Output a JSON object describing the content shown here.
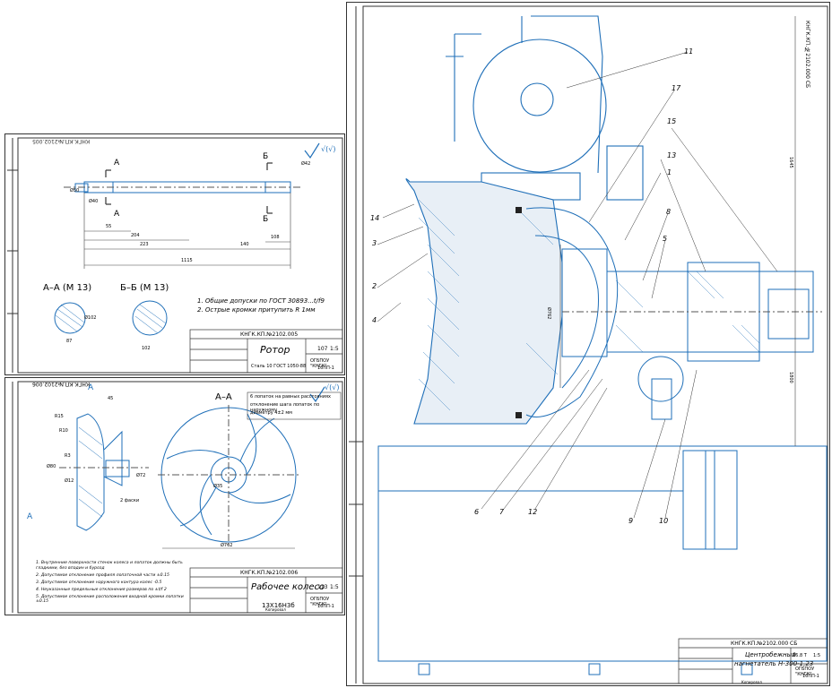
{
  "rotor_sheet": {
    "stamp_code": "КНГК.КП.№2102.005",
    "stamp_code_rotated": "КНГК.КП.№2102.005",
    "title": "Ротор",
    "material": "Сталь 10 ГОСТ 1050-88",
    "mass": "107",
    "scale": "1:5",
    "org_line1": "ОГБПОУ \"КНГК\"",
    "org_line2": "16ПП-1",
    "notes": [
      "1. Общие допуски по ГОСТ 30893...t/f9",
      "2. Острые кромки притупить R 1мм"
    ],
    "section_aa_label": "А–А (М 13)",
    "section_bb_label": "Б–Б (М 13)",
    "cut_a": "А",
    "cut_b": "Б",
    "dims": [
      "55",
      "204",
      "223",
      "1115",
      "108",
      "140",
      "Ø40",
      "Ø42",
      "Ø50",
      "Ø102",
      "87",
      "102"
    ],
    "roughness": "√(√)"
  },
  "impeller_sheet": {
    "stamp_code": "КНГК.КП.№2102.006",
    "stamp_code_rotated": "КНГК.КП.№2102.006",
    "title": "Рабочее колесо",
    "material": "13Х16Н3б",
    "mass": "113",
    "scale": "1:5",
    "org_line1": "ОГБПОУ \"КНГК\"",
    "org_line2": "16ПП-1",
    "section_label": "А–А",
    "cut_a": "А",
    "callout_lines": [
      "6 лопаток на равных расстояниях",
      "отклонение шага лопаток по наружному",
      "диаметру 4±2 мм"
    ],
    "notes": [
      "1. Внутренние поверхности стенок колеса и лопаток должны быть гладкими, без впадин и бурозд",
      "2. Допустимое отклонение профиля лопаточной части ±0.15",
      "3. Допустимое отклонение наружного контура колес -0.5",
      "4. Неуказанные предельные отклонения размеров по ±t/f 2",
      "5. Допустимое отклонение расположения входной кромки лопатки ±0.15"
    ],
    "dims": [
      "R15",
      "R10",
      "Ø80",
      "Ø72",
      "Ø35",
      "Ø762",
      "Ø12",
      "45",
      "R3",
      "2 фаски"
    ],
    "roughness": "√(√)",
    "footer": "Копировал"
  },
  "assembly_sheet": {
    "stamp_code": "КНГК.КП.№2102.000 СБ",
    "stamp_code_rotated": "КНГК.КП.№2102.000 СБ",
    "title_line1": "Центробежный",
    "title_line2": "нагнетатель Н-300-1,23",
    "scale": "1:5",
    "mass": "16.8 Т",
    "org_line1": "ОГБПОУ \"КНГК\"",
    "org_line2": "16ПП-1",
    "dims": [
      "Ø762",
      "1645",
      "1800"
    ],
    "callouts": [
      "1",
      "2",
      "3",
      "4",
      "5",
      "6",
      "7",
      "8",
      "9",
      "10",
      "11",
      "12",
      "13",
      "14",
      "15",
      "17"
    ],
    "footer": "Копировал"
  }
}
